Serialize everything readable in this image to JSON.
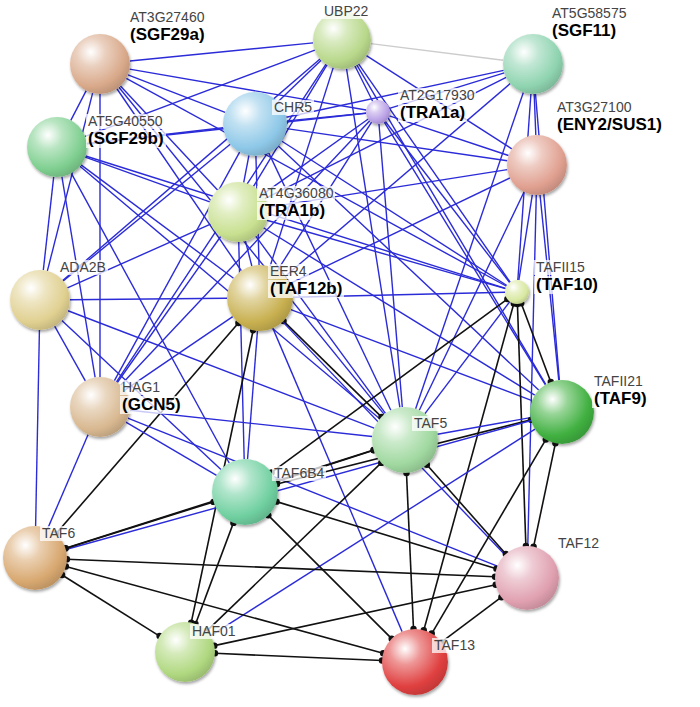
{
  "diagram": {
    "nodes": [
      {
        "text": [
          "UBP22"
        ]
      },
      {
        "text": [
          "AT3G27460",
          "(SGF29a)"
        ]
      },
      {
        "text": [
          "AT5G58575",
          "(SGF11)"
        ]
      },
      {
        "text": [
          "CHR5"
        ]
      },
      {
        "text": [
          "AT2G17930",
          "(TRA1a)"
        ]
      },
      {
        "text": [
          "AT5G40550",
          "(SGF29b)"
        ]
      },
      {
        "text": [
          "AT3G27100",
          "(ENY2/SUS1)"
        ]
      },
      {
        "text": [
          "AT4G36080",
          "(TRA1b)"
        ]
      },
      {
        "text": [
          "ADA2B"
        ]
      },
      {
        "text": [
          "EER4",
          "(TAF12b)"
        ]
      },
      {
        "text": [
          "TAFII15",
          "(TAF10)"
        ]
      },
      {
        "text": [
          "HAG1",
          "(GCN5)"
        ]
      },
      {
        "text": [
          "TAFII21",
          "(TAF9)"
        ]
      },
      {
        "text": [
          "TAF5"
        ]
      },
      {
        "text": [
          "TAF6B4"
        ]
      },
      {
        "text": [
          "TAF6"
        ]
      },
      {
        "text": [
          "TAF12"
        ]
      },
      {
        "text": [
          "HAF01"
        ]
      },
      {
        "text": [
          "TAF13"
        ]
      }
    ],
    "edges": [
      {
        "from": 0,
        "to": 1,
        "arrow": "none"
      },
      {
        "from": 0,
        "to": 2,
        "arrow": "none"
      },
      {
        "from": 0,
        "to": 3,
        "arrow": "none"
      },
      {
        "from": 0,
        "to": 4,
        "arrow": "none"
      },
      {
        "from": 0,
        "to": 5,
        "arrow": "none"
      },
      {
        "from": 0,
        "to": 6,
        "arrow": "none"
      },
      {
        "from": 0,
        "to": 7,
        "arrow": "none"
      },
      {
        "from": 0,
        "to": 8,
        "arrow": "none"
      },
      {
        "from": 0,
        "to": 9,
        "arrow": "none"
      },
      {
        "from": 0,
        "to": 10,
        "arrow": "none"
      },
      {
        "from": 0,
        "to": 11,
        "arrow": "none"
      },
      {
        "from": 0,
        "to": 12,
        "arrow": "none"
      },
      {
        "from": 0,
        "to": 13,
        "arrow": "none"
      },
      {
        "from": 1,
        "to": 3,
        "arrow": "none"
      },
      {
        "from": 1,
        "to": 4,
        "arrow": "none"
      },
      {
        "from": 1,
        "to": 5,
        "arrow": "none"
      },
      {
        "from": 1,
        "to": 7,
        "arrow": "none"
      },
      {
        "from": 1,
        "to": 8,
        "arrow": "none"
      },
      {
        "from": 1,
        "to": 9,
        "arrow": "none"
      },
      {
        "from": 1,
        "to": 10,
        "arrow": "none"
      },
      {
        "from": 1,
        "to": 11,
        "arrow": "none"
      },
      {
        "from": 1,
        "to": 13,
        "arrow": "none"
      },
      {
        "from": 2,
        "to": 3,
        "arrow": "none"
      },
      {
        "from": 2,
        "to": 4,
        "arrow": "none"
      },
      {
        "from": 2,
        "to": 6,
        "arrow": "none"
      },
      {
        "from": 2,
        "to": 7,
        "arrow": "none"
      },
      {
        "from": 2,
        "to": 9,
        "arrow": "none"
      },
      {
        "from": 2,
        "to": 10,
        "arrow": "none"
      },
      {
        "from": 2,
        "to": 12,
        "arrow": "none"
      },
      {
        "from": 2,
        "to": 13,
        "arrow": "none"
      },
      {
        "from": 3,
        "to": 4,
        "arrow": "none"
      },
      {
        "from": 3,
        "to": 5,
        "arrow": "none"
      },
      {
        "from": 3,
        "to": 6,
        "arrow": "none"
      },
      {
        "from": 3,
        "to": 7,
        "arrow": "none"
      },
      {
        "from": 3,
        "to": 8,
        "arrow": "none"
      },
      {
        "from": 3,
        "to": 9,
        "arrow": "none"
      },
      {
        "from": 3,
        "to": 10,
        "arrow": "none"
      },
      {
        "from": 3,
        "to": 11,
        "arrow": "none"
      },
      {
        "from": 3,
        "to": 12,
        "arrow": "none"
      },
      {
        "from": 3,
        "to": 13,
        "arrow": "none"
      },
      {
        "from": 4,
        "to": 5,
        "arrow": "none"
      },
      {
        "from": 4,
        "to": 6,
        "arrow": "none"
      },
      {
        "from": 4,
        "to": 7,
        "arrow": "none"
      },
      {
        "from": 4,
        "to": 9,
        "arrow": "none"
      },
      {
        "from": 4,
        "to": 10,
        "arrow": "none"
      },
      {
        "from": 4,
        "to": 11,
        "arrow": "none"
      },
      {
        "from": 4,
        "to": 12,
        "arrow": "none"
      },
      {
        "from": 4,
        "to": 13,
        "arrow": "none"
      },
      {
        "from": 5,
        "to": 7,
        "arrow": "none"
      },
      {
        "from": 5,
        "to": 8,
        "arrow": "none"
      },
      {
        "from": 5,
        "to": 9,
        "arrow": "none"
      },
      {
        "from": 5,
        "to": 10,
        "arrow": "none"
      },
      {
        "from": 5,
        "to": 11,
        "arrow": "none"
      },
      {
        "from": 5,
        "to": 13,
        "arrow": "none"
      },
      {
        "from": 5,
        "to": 14,
        "arrow": "none"
      },
      {
        "from": 6,
        "to": 7,
        "arrow": "none"
      },
      {
        "from": 6,
        "to": 9,
        "arrow": "none"
      },
      {
        "from": 6,
        "to": 10,
        "arrow": "none"
      },
      {
        "from": 6,
        "to": 12,
        "arrow": "none"
      },
      {
        "from": 6,
        "to": 13,
        "arrow": "none"
      },
      {
        "from": 6,
        "to": 16,
        "arrow": "none"
      },
      {
        "from": 7,
        "to": 8,
        "arrow": "none"
      },
      {
        "from": 7,
        "to": 9,
        "arrow": "none"
      },
      {
        "from": 7,
        "to": 10,
        "arrow": "none"
      },
      {
        "from": 7,
        "to": 11,
        "arrow": "none"
      },
      {
        "from": 7,
        "to": 12,
        "arrow": "none"
      },
      {
        "from": 7,
        "to": 13,
        "arrow": "none"
      },
      {
        "from": 7,
        "to": 14,
        "arrow": "none"
      },
      {
        "from": 8,
        "to": 9,
        "arrow": "none"
      },
      {
        "from": 8,
        "to": 11,
        "arrow": "none"
      },
      {
        "from": 8,
        "to": 13,
        "arrow": "none"
      },
      {
        "from": 8,
        "to": 14,
        "arrow": "none"
      },
      {
        "from": 8,
        "to": 15,
        "arrow": "none"
      },
      {
        "from": 9,
        "to": 10,
        "arrow": "none"
      },
      {
        "from": 9,
        "to": 11,
        "arrow": "none"
      },
      {
        "from": 9,
        "to": 12,
        "arrow": "none"
      },
      {
        "from": 9,
        "to": 13,
        "arrow": "none"
      },
      {
        "from": 9,
        "to": 14,
        "arrow": "none"
      },
      {
        "from": 9,
        "to": 15,
        "arrow": "none"
      },
      {
        "from": 9,
        "to": 16,
        "arrow": "none"
      },
      {
        "from": 9,
        "to": 17,
        "arrow": "none"
      },
      {
        "from": 9,
        "to": 18,
        "arrow": "none"
      },
      {
        "from": 10,
        "to": 12,
        "arrow": "none"
      },
      {
        "from": 10,
        "to": 13,
        "arrow": "none"
      },
      {
        "from": 10,
        "to": 14,
        "arrow": "none"
      },
      {
        "from": 10,
        "to": 16,
        "arrow": "none"
      },
      {
        "from": 10,
        "to": 18,
        "arrow": "none"
      },
      {
        "from": 11,
        "to": 13,
        "arrow": "none"
      },
      {
        "from": 11,
        "to": 14,
        "arrow": "none"
      },
      {
        "from": 11,
        "to": 15,
        "arrow": "none"
      },
      {
        "from": 11,
        "to": 16,
        "arrow": "none"
      },
      {
        "from": 12,
        "to": 13,
        "arrow": "none"
      },
      {
        "from": 12,
        "to": 14,
        "arrow": "none"
      },
      {
        "from": 12,
        "to": 15,
        "arrow": "none"
      },
      {
        "from": 12,
        "to": 16,
        "arrow": "none"
      },
      {
        "from": 12,
        "to": 17,
        "arrow": "none"
      },
      {
        "from": 12,
        "to": 18,
        "arrow": "none"
      },
      {
        "from": 13,
        "to": 14,
        "arrow": "none"
      },
      {
        "from": 13,
        "to": 15,
        "arrow": "none"
      },
      {
        "from": 13,
        "to": 16,
        "arrow": "none"
      },
      {
        "from": 13,
        "to": 17,
        "arrow": "none"
      },
      {
        "from": 13,
        "to": 18,
        "arrow": "none"
      },
      {
        "from": 14,
        "to": 15,
        "arrow": "none"
      },
      {
        "from": 14,
        "to": 16,
        "arrow": "none"
      },
      {
        "from": 14,
        "to": 17,
        "arrow": "none"
      },
      {
        "from": 14,
        "to": 18,
        "arrow": "none"
      },
      {
        "from": 15,
        "to": 16,
        "arrow": "none"
      },
      {
        "from": 15,
        "to": 17,
        "arrow": "none"
      },
      {
        "from": 15,
        "to": 18,
        "arrow": "none"
      },
      {
        "from": 16,
        "to": 17,
        "arrow": "none"
      },
      {
        "from": 16,
        "to": 18,
        "arrow": "none"
      },
      {
        "from": 17,
        "to": 18,
        "arrow": "none"
      }
    ]
  }
}
